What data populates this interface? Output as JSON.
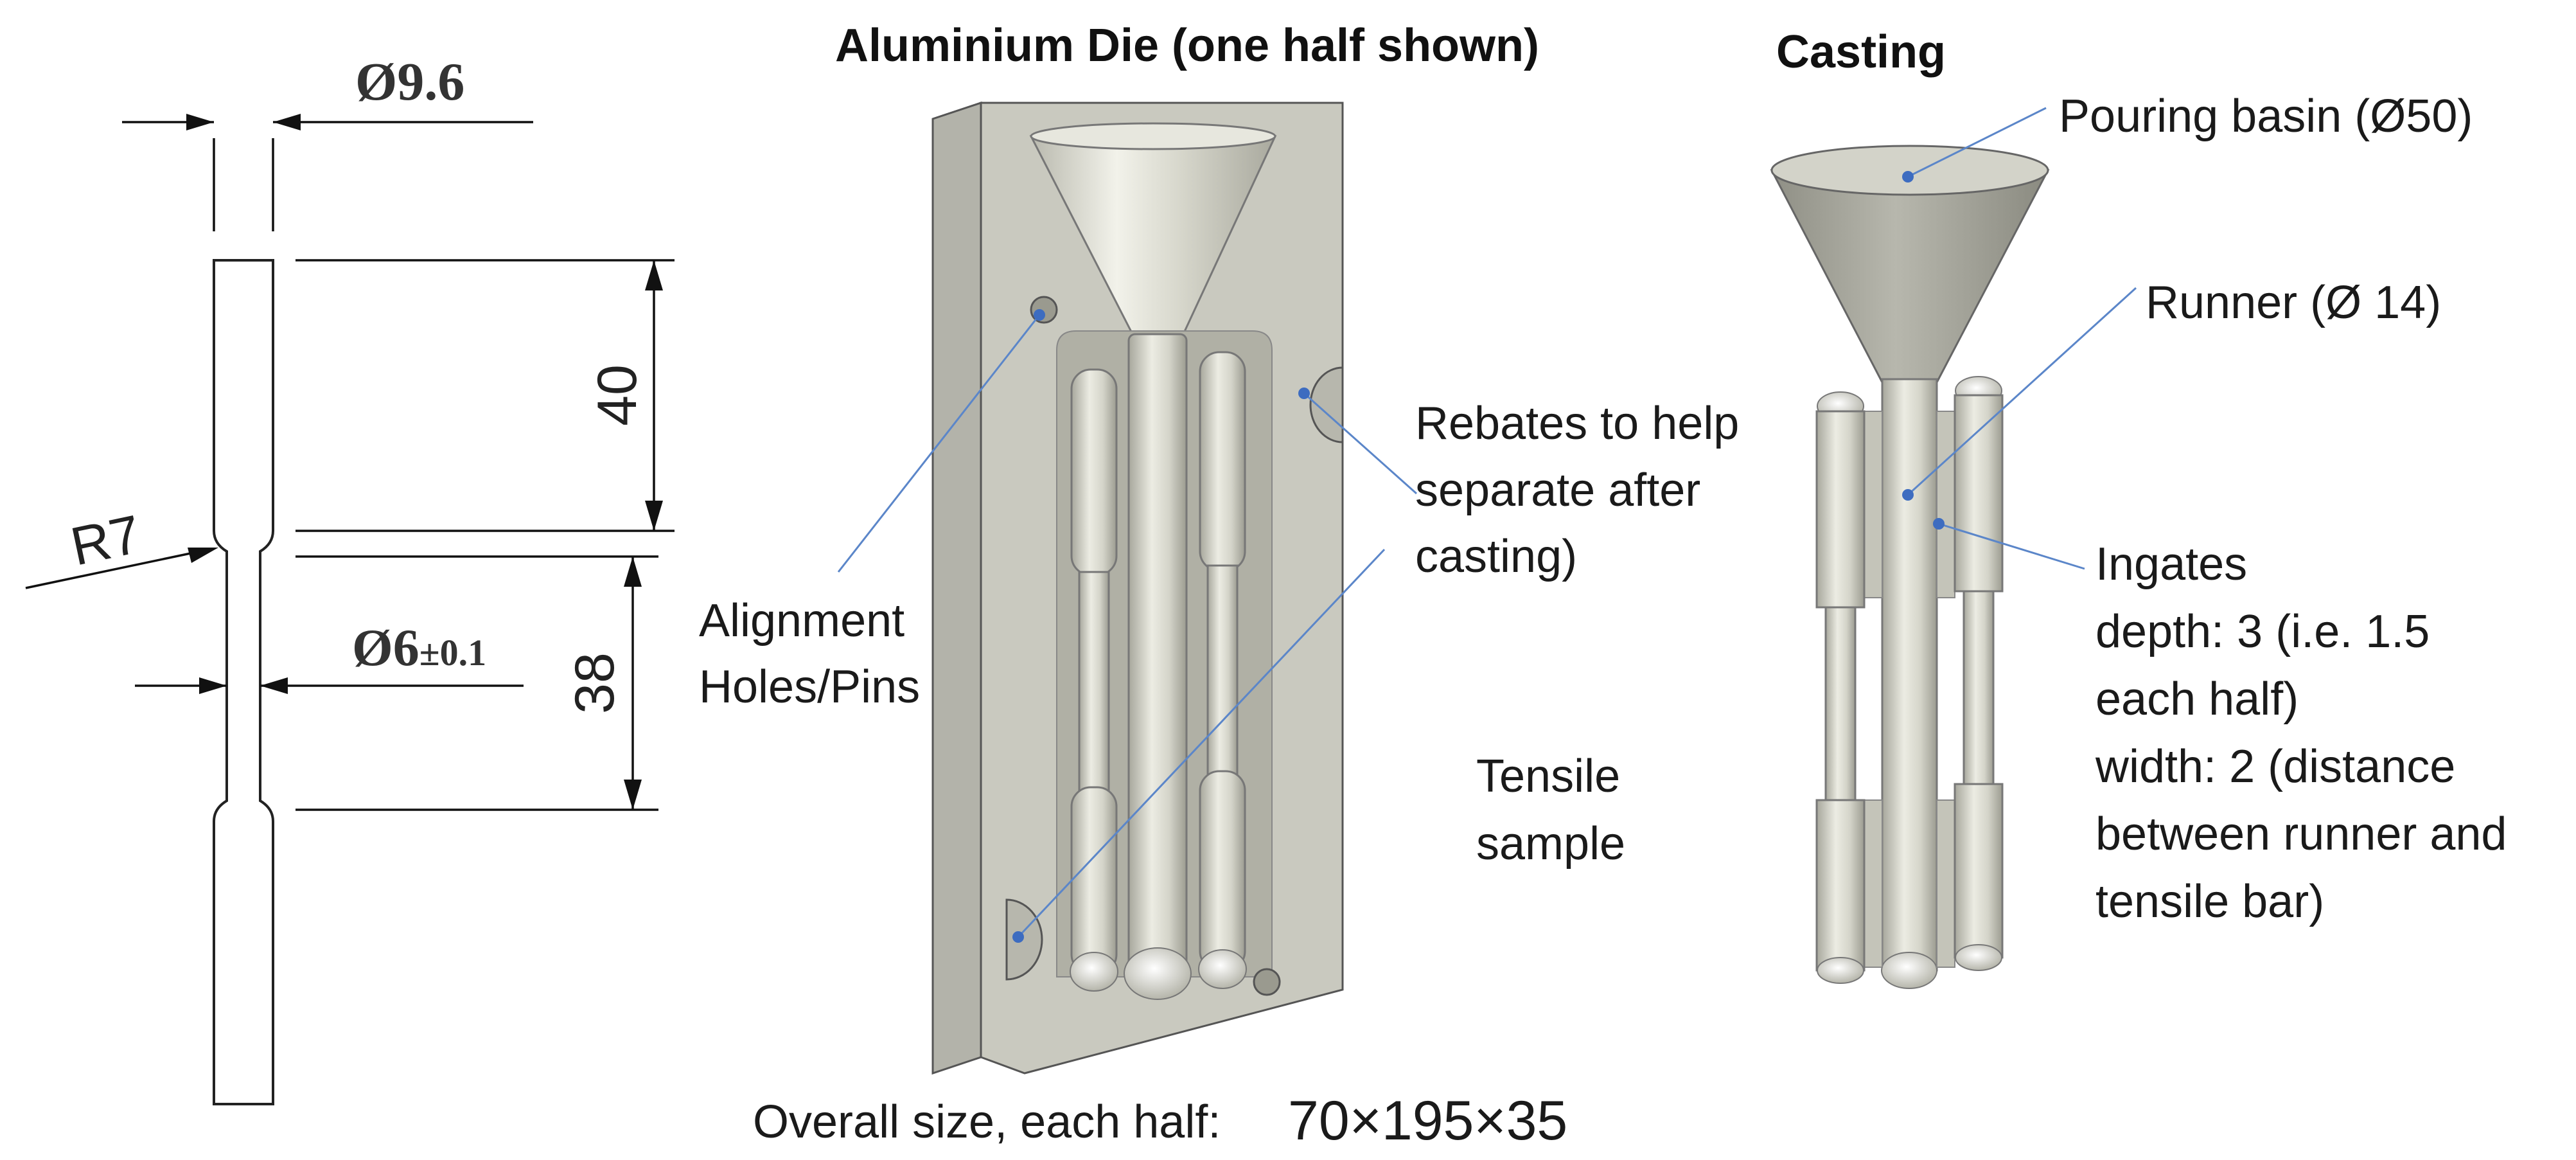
{
  "drawing": {
    "dia_top": "Ø9.6",
    "len_grip": "40",
    "radius": "R7",
    "dia_gauge": "Ø6",
    "dia_gauge_tol": "±0.1",
    "len_gauge": "38"
  },
  "die": {
    "title": "Aluminium Die (one half shown)",
    "alignment_label_line1": "Alignment",
    "alignment_label_line2": "Holes/Pins",
    "rebates_line1": "Rebates to help",
    "rebates_line2": "separate after",
    "rebates_line3": "casting)",
    "tensile_line1": "Tensile",
    "tensile_line2": "sample",
    "overall_label": "Overall size, each half:",
    "overall_value": "70×195×35"
  },
  "casting": {
    "title": "Casting",
    "pouring_basin": "Pouring basin (Ø50)",
    "runner": "Runner (Ø 14)",
    "ingates_line1": "Ingates",
    "ingates_line2": "depth: 3 (i.e. 1.5",
    "ingates_line3": "each half)",
    "ingates_line4": "width: 2 (distance",
    "ingates_line5": "between runner and",
    "ingates_line6": "tensile bar)"
  },
  "colors": {
    "die_face": "#c9c9bf",
    "die_side": "#b3b3aa",
    "casting_metal": "#d4d4c9",
    "leader_line": "#5b86c9"
  }
}
